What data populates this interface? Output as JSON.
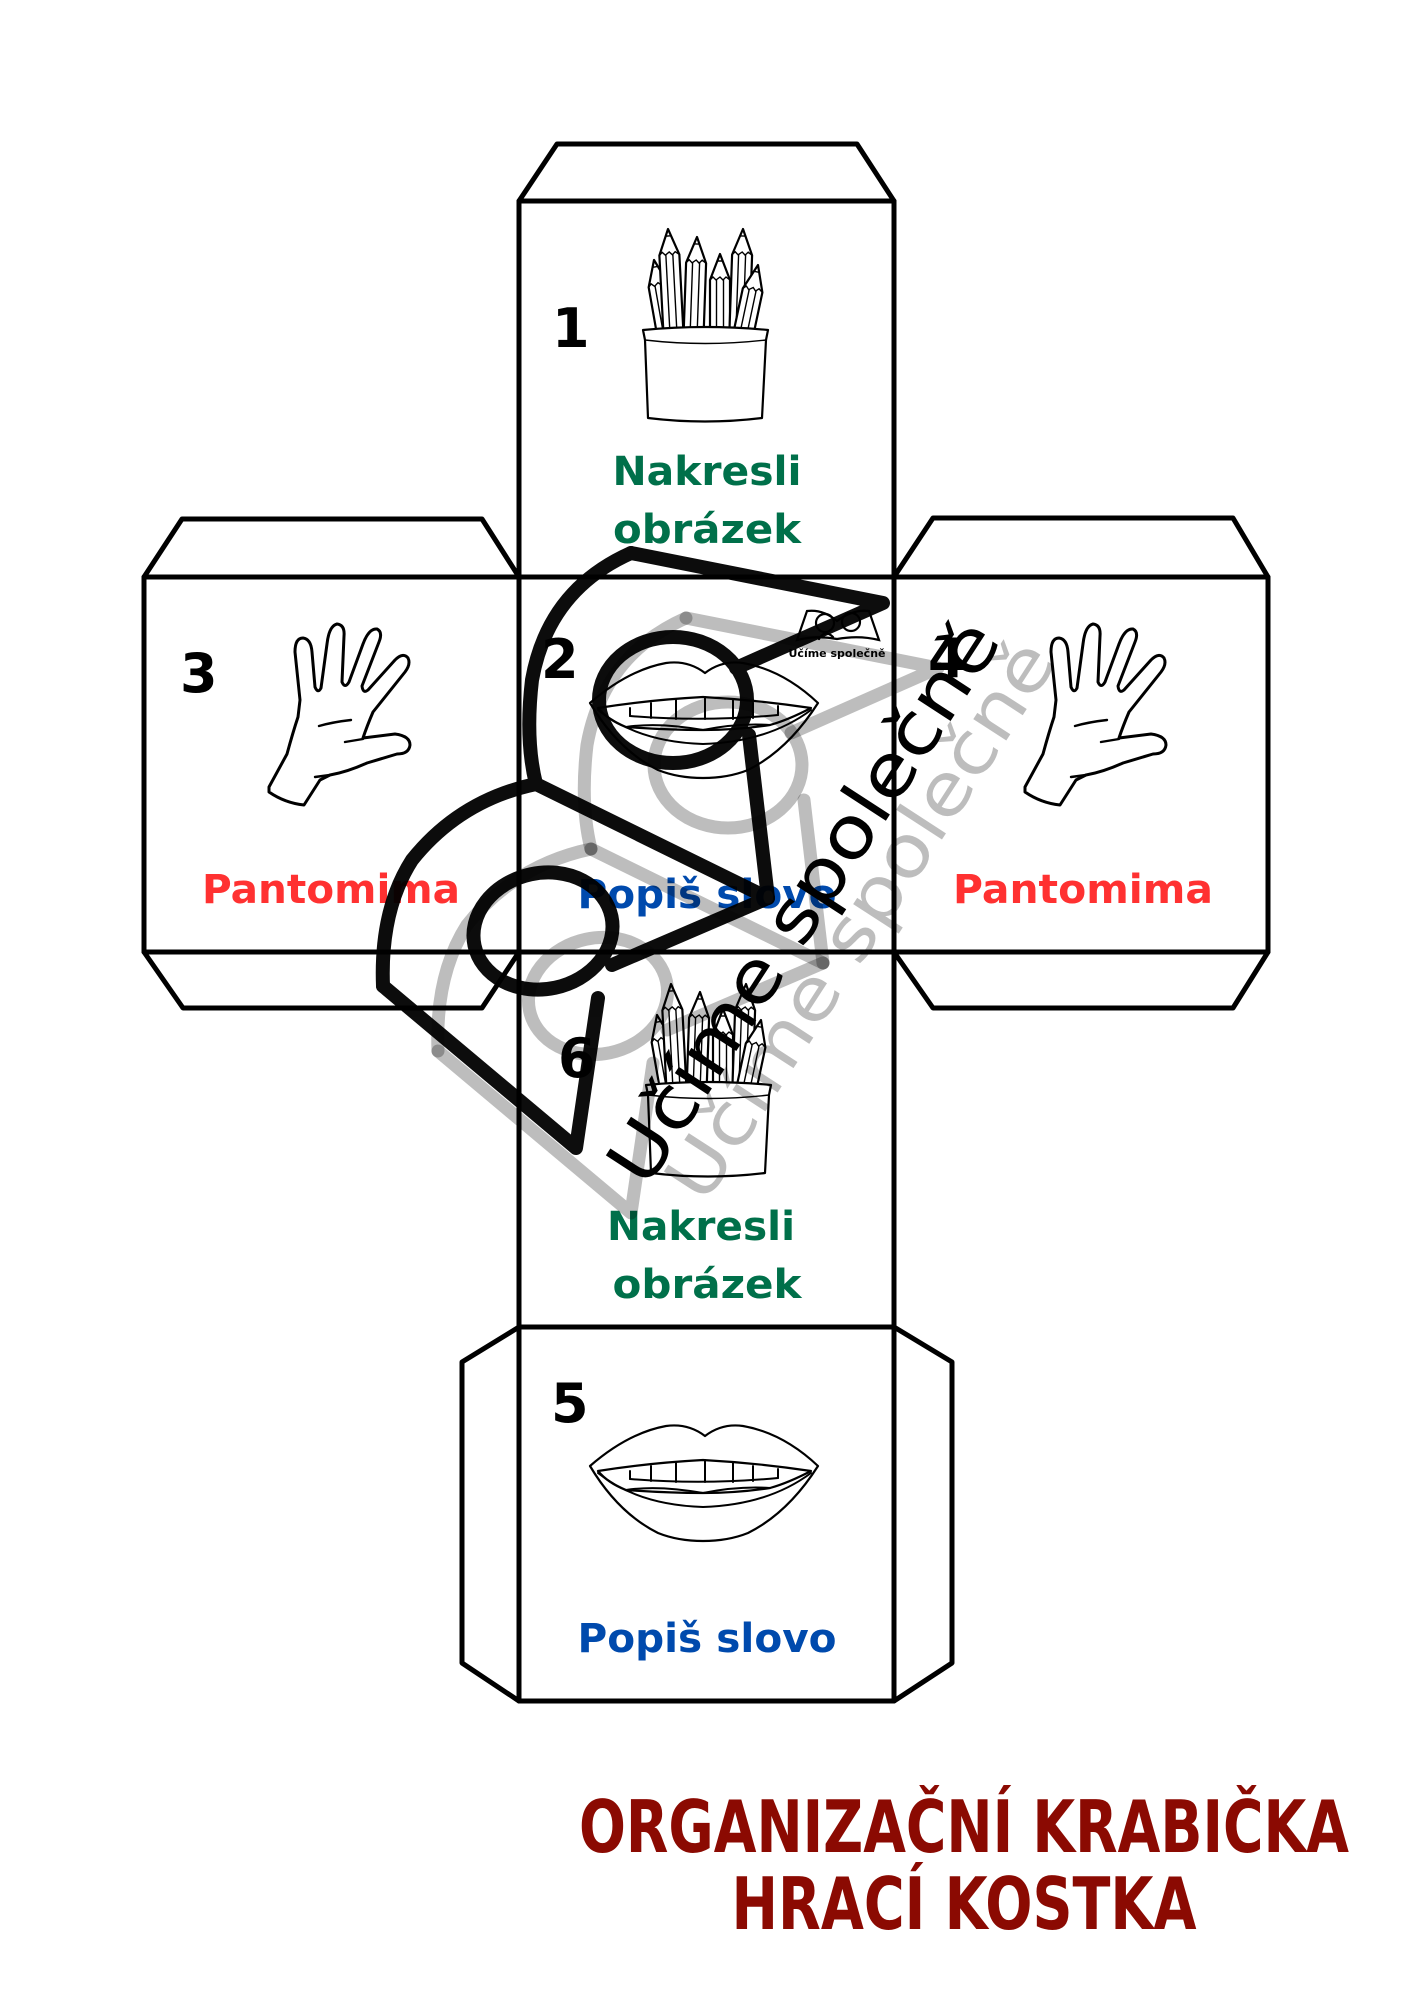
{
  "document": {
    "title_line1": "ORGANIZAČNÍ KRABIČKA",
    "title_line2": "HRACÍ KOSTKA"
  },
  "colors": {
    "draw": "#00704a",
    "describe": "#004aad",
    "mime": "#ff3131",
    "title": "#8b0a02",
    "outline": "#000000"
  },
  "faces": {
    "top": {
      "number": "1",
      "label_line1": "Nakresli",
      "label_line2": "obrázek",
      "icon": "pencil-cup-icon"
    },
    "center": {
      "number": "2",
      "label": "Popiš slovo",
      "icon": "lips-icon",
      "logo_caption": "Učíme společně"
    },
    "left": {
      "number": "3",
      "label": "Pantomima",
      "icon": "hand-icon"
    },
    "right": {
      "number": "4",
      "label": "Pantomima",
      "icon": "hand-icon"
    },
    "lower": {
      "number": "6",
      "label_line1": "Nakresli",
      "label_line2": "obrázek",
      "icon": "pencil-cup-icon"
    },
    "bottom": {
      "number": "5",
      "label": "Popiš slovo",
      "icon": "lips-icon"
    }
  },
  "watermark": {
    "text": "Učíme společně"
  }
}
